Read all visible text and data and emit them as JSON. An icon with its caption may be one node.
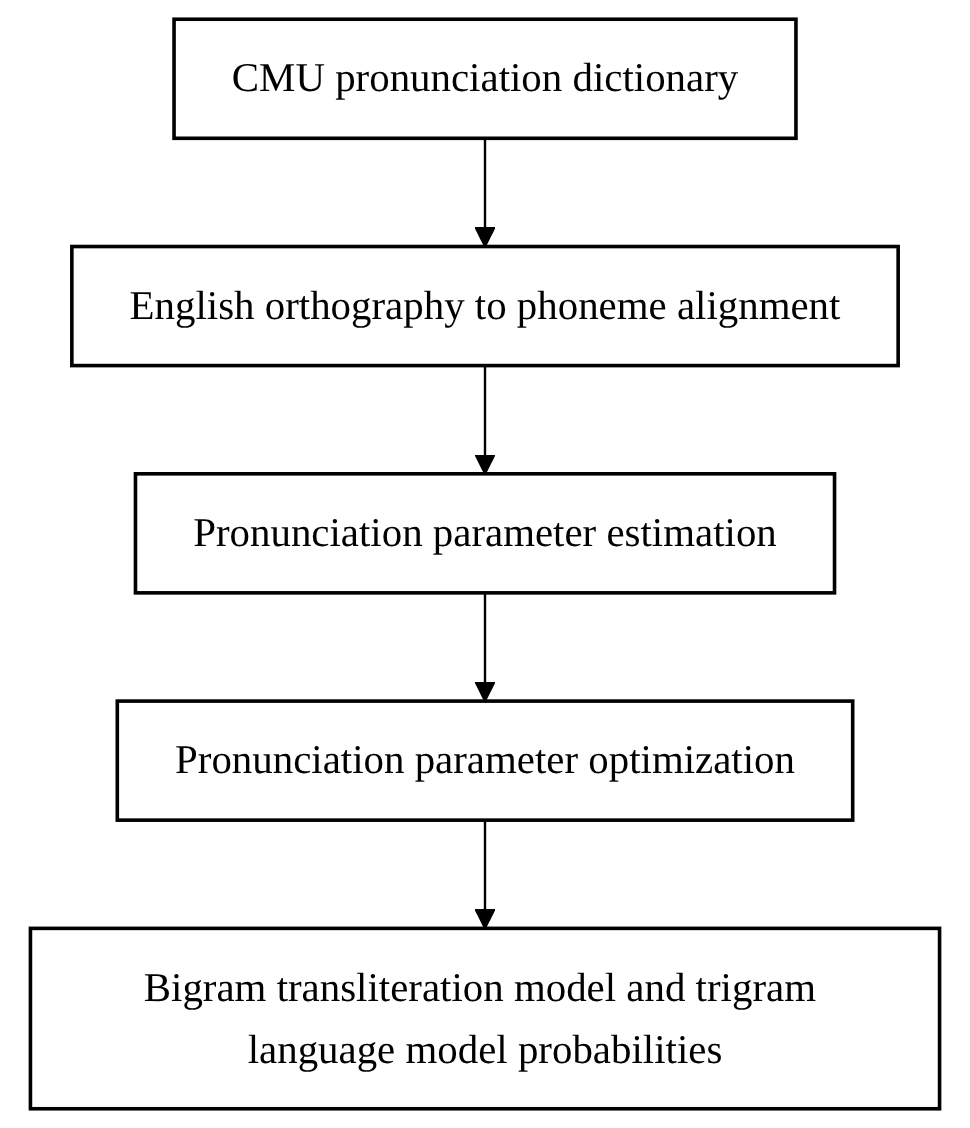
{
  "diagram": {
    "nodes": [
      {
        "text": [
          "CMU pronunciation dictionary"
        ]
      },
      {
        "text": [
          "English orthography to phoneme alignment"
        ]
      },
      {
        "text": [
          "Pronunciation parameter estimation"
        ]
      },
      {
        "text": [
          "Pronunciation parameter optimization"
        ]
      },
      {
        "text": [
          "Bigram transliteration model and trigram language model probabilities"
        ]
      }
    ],
    "edges": [
      {
        "from": 0,
        "to": 1,
        "arrow": "to"
      },
      {
        "from": 1,
        "to": 2,
        "arrow": "to"
      },
      {
        "from": 2,
        "to": 3,
        "arrow": "to"
      },
      {
        "from": 3,
        "to": 4,
        "arrow": "to"
      }
    ]
  }
}
